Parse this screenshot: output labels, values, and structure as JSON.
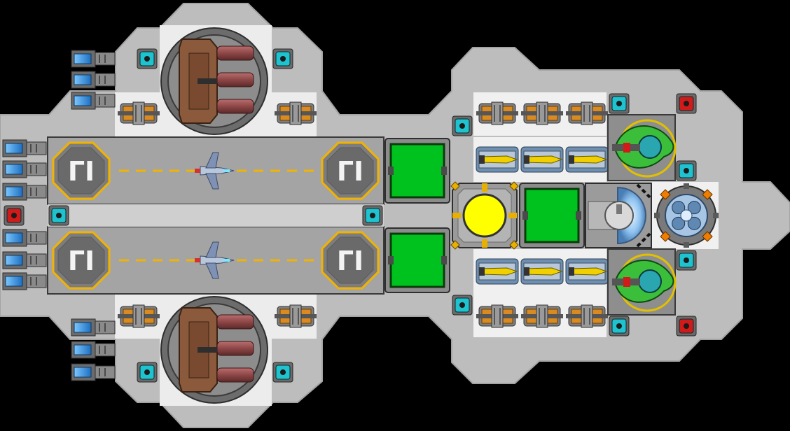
{
  "colors": {
    "background": "#000000",
    "hull": "#bdbdbd",
    "hull_edge": "#9a9a9a",
    "floor": "#e9e9e9",
    "deck": "#8e8e8e",
    "runway": "#a6a6a6",
    "stripe": "#f2b300",
    "station_green": "#00c21f",
    "reactor_yellow": "#ffff00",
    "port_cyan": "#1fc3d0",
    "port_red": "#d11a1a",
    "turret_brown": "#8b5a3c",
    "barrel_red": "#8e4646",
    "engine_blue": "#2a8ad8",
    "missile_yellow": "#f0d000",
    "drone_green": "#3bbf3b"
  },
  "hangar_labels": [
    "ΓΙ",
    "ΓΙ",
    "ΓΙ",
    "ΓΙ"
  ]
}
